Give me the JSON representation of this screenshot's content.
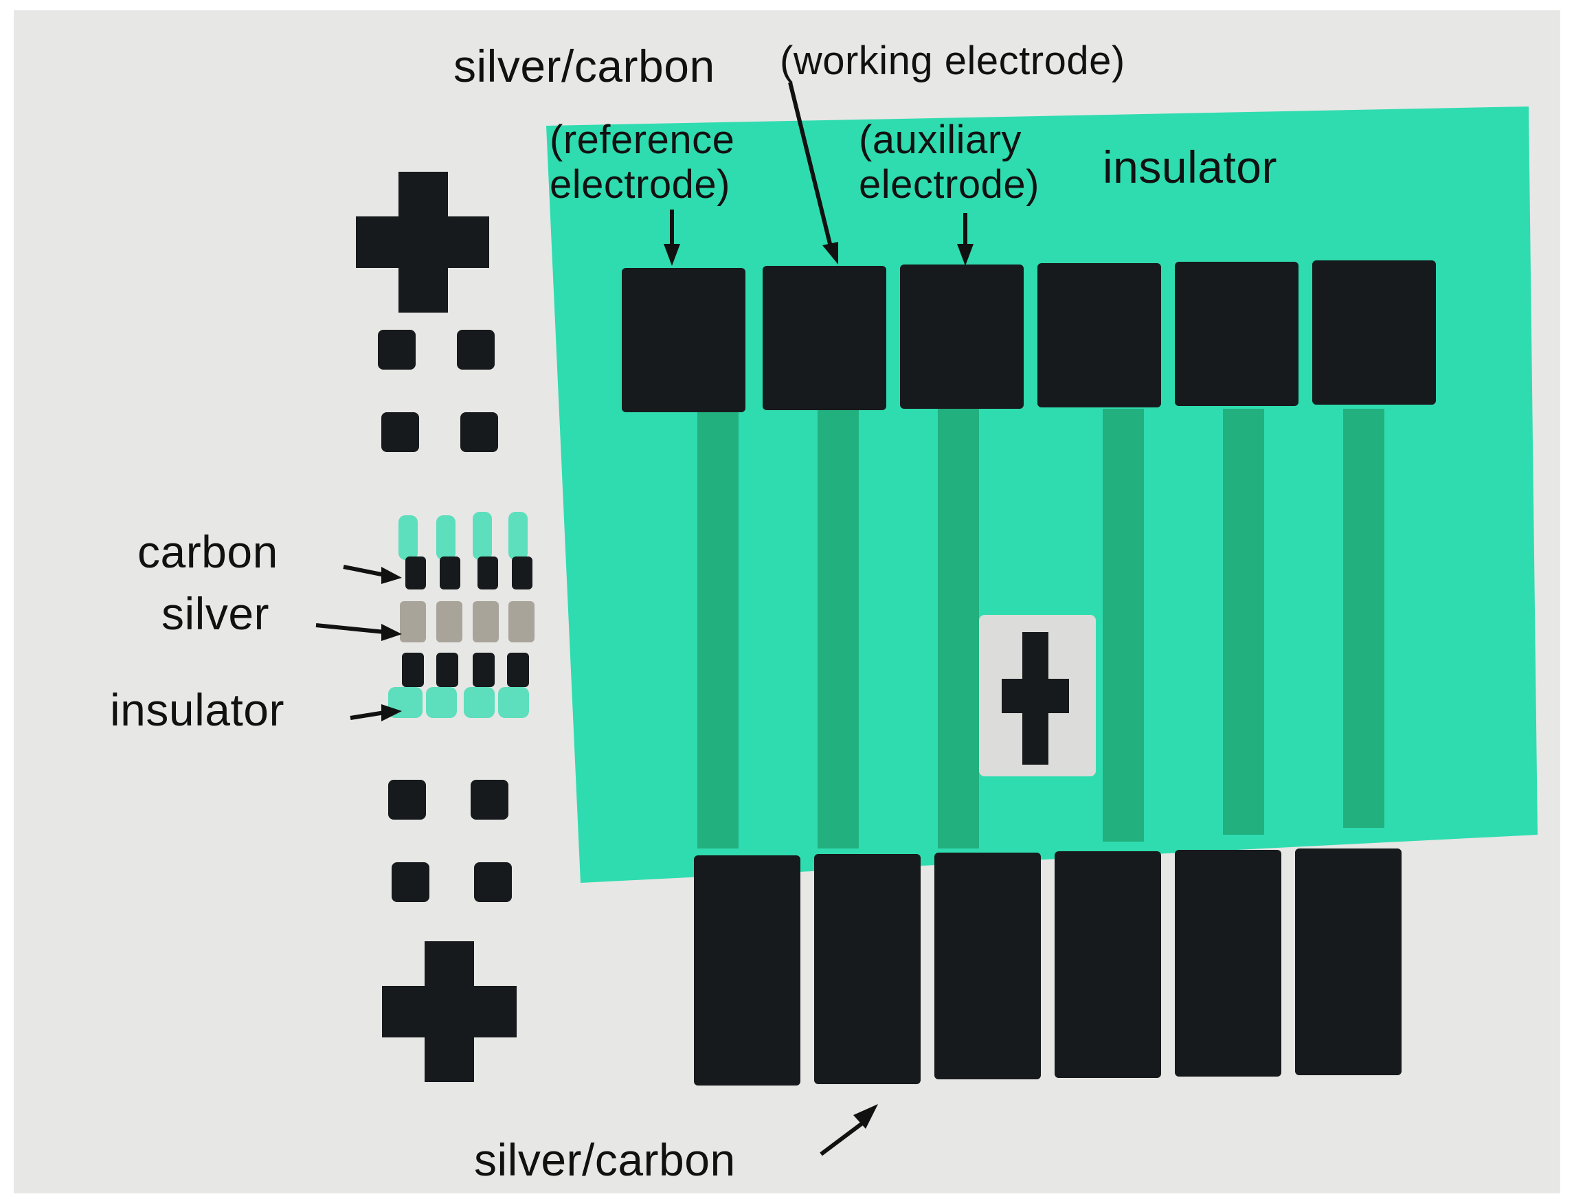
{
  "labels": {
    "top_silver_carbon": "silver/carbon",
    "working_electrode": "(working electrode)",
    "reference_line1": "(reference",
    "reference_line2": "electrode)",
    "auxiliary_line1": "(auxiliary",
    "auxiliary_line2": "electrode)",
    "insulator_top": "insulator",
    "carbon": "carbon",
    "silver": "silver",
    "insulator_left": "insulator",
    "bottom_silver_carbon": "silver/carbon"
  },
  "colors": {
    "paper": "#e7e7e5",
    "insulator": "#2fdcaf",
    "trace": "#22b07e",
    "carbon": "#171a1c",
    "silver": "#a9a49a",
    "text": "#111111"
  }
}
